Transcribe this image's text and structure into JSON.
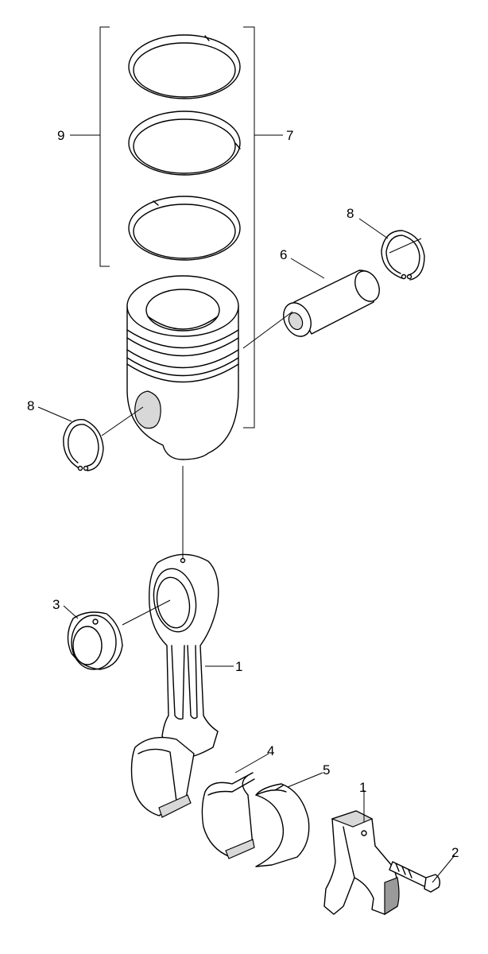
{
  "callouts": [
    {
      "id": "c9",
      "label": "9"
    },
    {
      "id": "c7",
      "label": "7"
    },
    {
      "id": "c8a",
      "label": "8"
    },
    {
      "id": "c6",
      "label": "6"
    },
    {
      "id": "c8b",
      "label": "8"
    },
    {
      "id": "c3",
      "label": "3"
    },
    {
      "id": "c1a",
      "label": "1"
    },
    {
      "id": "c4",
      "label": "4"
    },
    {
      "id": "c5",
      "label": "5"
    },
    {
      "id": "c1b",
      "label": "1"
    },
    {
      "id": "c2",
      "label": "2"
    }
  ]
}
